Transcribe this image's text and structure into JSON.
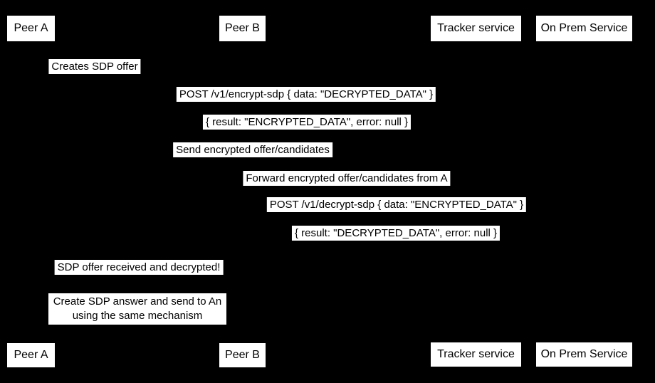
{
  "diagram": {
    "type": "sequence-diagram",
    "colors": {
      "background": "#000000",
      "box_fill": "#ffffff",
      "text": "#000000",
      "lifeline": "#000000"
    }
  },
  "actors": {
    "peer_a": "Peer A",
    "peer_b": "Peer B",
    "tracker": "Tracker service",
    "onprem": "On Prem Service"
  },
  "messages": [
    {
      "label": "Creates SDP offer"
    },
    {
      "label": "POST /v1/encrypt-sdp { data: \"DECRYPTED_DATA\" }"
    },
    {
      "label": "{ result: \"ENCRYPTED_DATA\", error: null }"
    },
    {
      "label": "Send encrypted offer/candidates"
    },
    {
      "label": "Forward encrypted offer/candidates from A"
    },
    {
      "label": "POST /v1/decrypt-sdp { data: \"ENCRYPTED_DATA\" }"
    },
    {
      "label": "{ result: \"DECRYPTED_DATA\", error: null }"
    },
    {
      "label": "SDP offer received and decrypted!"
    }
  ],
  "note": {
    "line1": "Create SDP answer and send to An",
    "line2": "using the same mechanism"
  }
}
